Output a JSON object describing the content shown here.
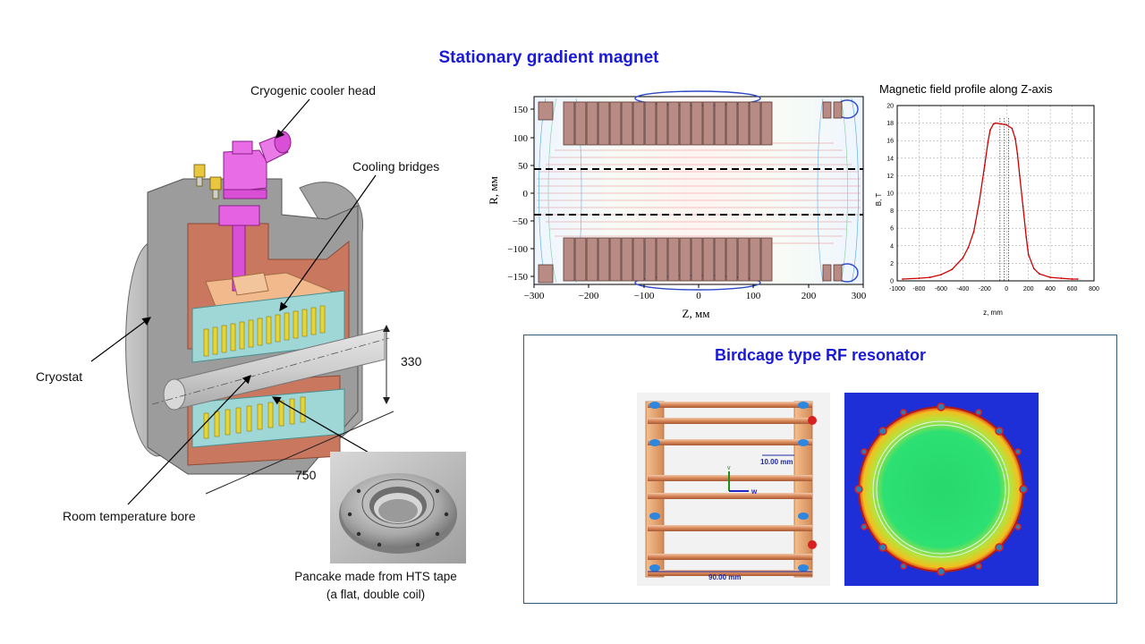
{
  "slide": {
    "title": "Stationary gradient magnet"
  },
  "cad": {
    "labels": {
      "cooler": "Cryogenic cooler head",
      "bridges": "Cooling bridges",
      "cryostat": "Cryostat",
      "bore": "Room temperature bore",
      "dim_height": "330",
      "dim_length": "750"
    }
  },
  "pancake": {
    "caption_line1": "Pancake made from HTS tape",
    "caption_line2": "(a flat, double coil)"
  },
  "field_map": {
    "ylabel": "R, мм",
    "xlabel": "Z, мм",
    "x_ticks": [
      "−300",
      "−200",
      "−100",
      "0",
      "100",
      "200",
      "300"
    ],
    "y_ticks": [
      "150",
      "100",
      "50",
      "0",
      "−50",
      "−100",
      "−150"
    ]
  },
  "resonator": {
    "title": "Birdcage type RF resonator",
    "dim1": "10.00 mm",
    "dim2": "90.00 mm",
    "axis_v": "v",
    "axis_w": "w"
  },
  "chart_data": {
    "type": "line",
    "title": "Magnetic field profile along Z-axis",
    "xlabel": "z, mm",
    "ylabel": "B, T",
    "xlim": [
      -1000,
      800
    ],
    "ylim": [
      0,
      20
    ],
    "x_ticks": [
      -1000,
      -800,
      -600,
      -400,
      -200,
      0,
      200,
      400,
      600,
      800
    ],
    "y_ticks": [
      0,
      2,
      4,
      6,
      8,
      10,
      12,
      14,
      16,
      18,
      20
    ],
    "grid": true,
    "line_color": "#cc0000",
    "series": [
      {
        "x": [
          -950,
          -800,
          -700,
          -600,
          -500,
          -400,
          -350,
          -300,
          -250,
          -200,
          -170,
          -150,
          -120,
          -100,
          -50,
          0,
          50,
          80,
          100,
          120,
          150,
          180,
          200,
          250,
          300,
          400,
          500,
          600,
          650
        ],
        "y": [
          0.2,
          0.3,
          0.4,
          0.7,
          1.3,
          2.6,
          3.8,
          5.6,
          9.0,
          13.2,
          15.8,
          17.2,
          17.9,
          18.0,
          17.9,
          17.8,
          17.4,
          16.2,
          14.5,
          12.0,
          8.5,
          5.0,
          3.0,
          1.4,
          0.8,
          0.4,
          0.3,
          0.2,
          0.2
        ]
      }
    ]
  },
  "colors": {
    "title_blue": "#1a1ad6",
    "coil_brown": "#b88b84",
    "cooler_magenta": "#e24fe0",
    "cryostat_grey": "#a9a9a9"
  }
}
